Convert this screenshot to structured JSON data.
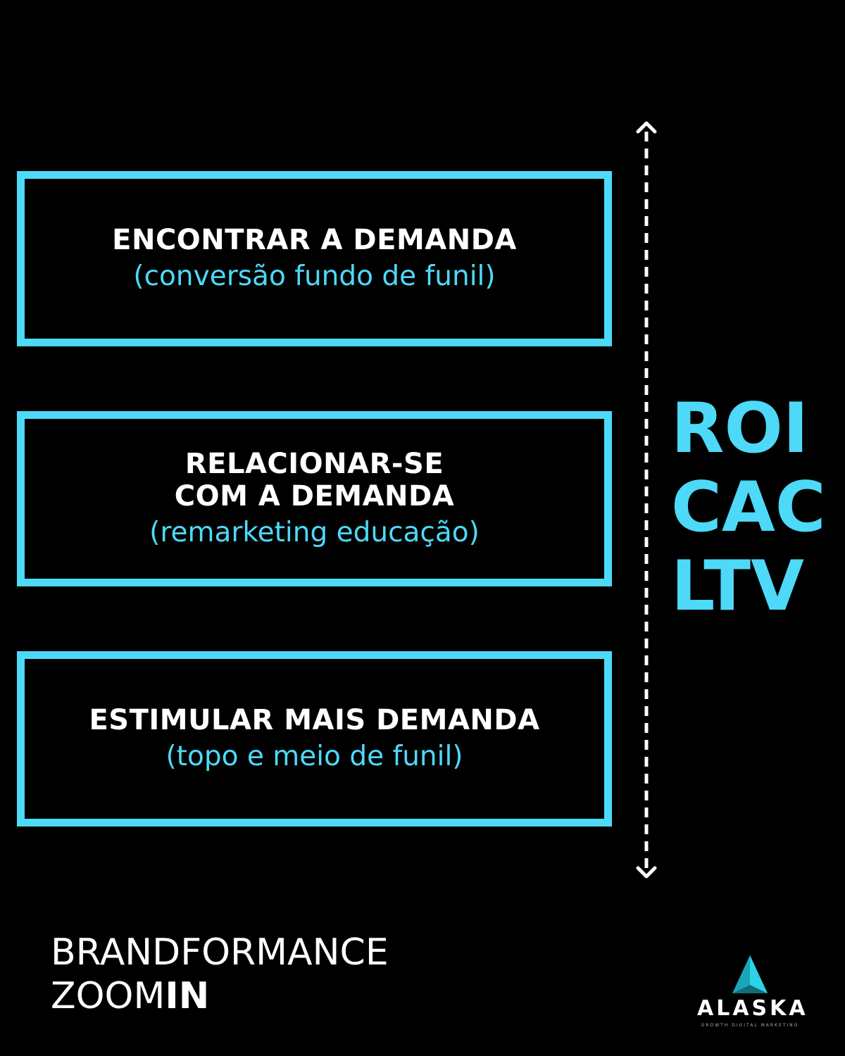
{
  "stages": [
    {
      "title_lines": [
        "ENCONTRAR A DEMANDA"
      ],
      "subtitle": "(conversão fundo de funil)"
    },
    {
      "title_lines": [
        "RELACIONAR-SE",
        "COM A DEMANDA"
      ],
      "subtitle": "(remarketing educação)"
    },
    {
      "title_lines": [
        "ESTIMULAR MAIS DEMANDA"
      ],
      "subtitle": "(topo e meio de funil)"
    }
  ],
  "metrics": [
    "ROI",
    "CAC",
    "LTV"
  ],
  "footer": {
    "line1": "BRANDFORMANCE",
    "line2_regular": "ZOOM",
    "line2_bold": "IN"
  },
  "logo": {
    "name": "ALASKA",
    "tagline": "GROWTH DIGITAL MARKETING"
  },
  "colors": {
    "accent": "#4dd9f7",
    "background": "#000000",
    "text": "#ffffff"
  },
  "icons": {
    "arrow": "double-headed-dashed-arrow-icon",
    "logo": "triangle-mountain-icon"
  }
}
